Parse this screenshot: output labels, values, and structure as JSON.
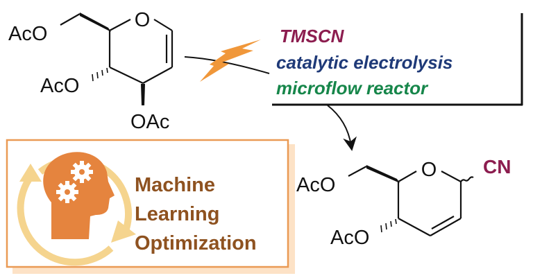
{
  "reactant": {
    "substituents": [
      "AcO",
      "AcO",
      "OAc"
    ],
    "ring_oxygen": "O"
  },
  "conditions": {
    "reagent": "TMSCN",
    "method": "catalytic electrolysis",
    "device": "microflow reactor",
    "colors": {
      "reagent": "#8c1d4f",
      "method": "#1f3a78",
      "device": "#16864a",
      "bolt": "#f0973a"
    }
  },
  "optimization_box": {
    "lines": [
      "Machine",
      "Learning",
      "Optimization"
    ],
    "icon": "head-with-gears-cycle-icon",
    "colors": {
      "text": "#8e5220",
      "border": "#ea9a54",
      "shadow": "#fde2c6",
      "head": "#e5843e",
      "cycle": "#f5d48e"
    }
  },
  "product": {
    "substituents": [
      "AcO",
      "AcO"
    ],
    "ring_oxygen": "O",
    "new_group": "CN"
  }
}
